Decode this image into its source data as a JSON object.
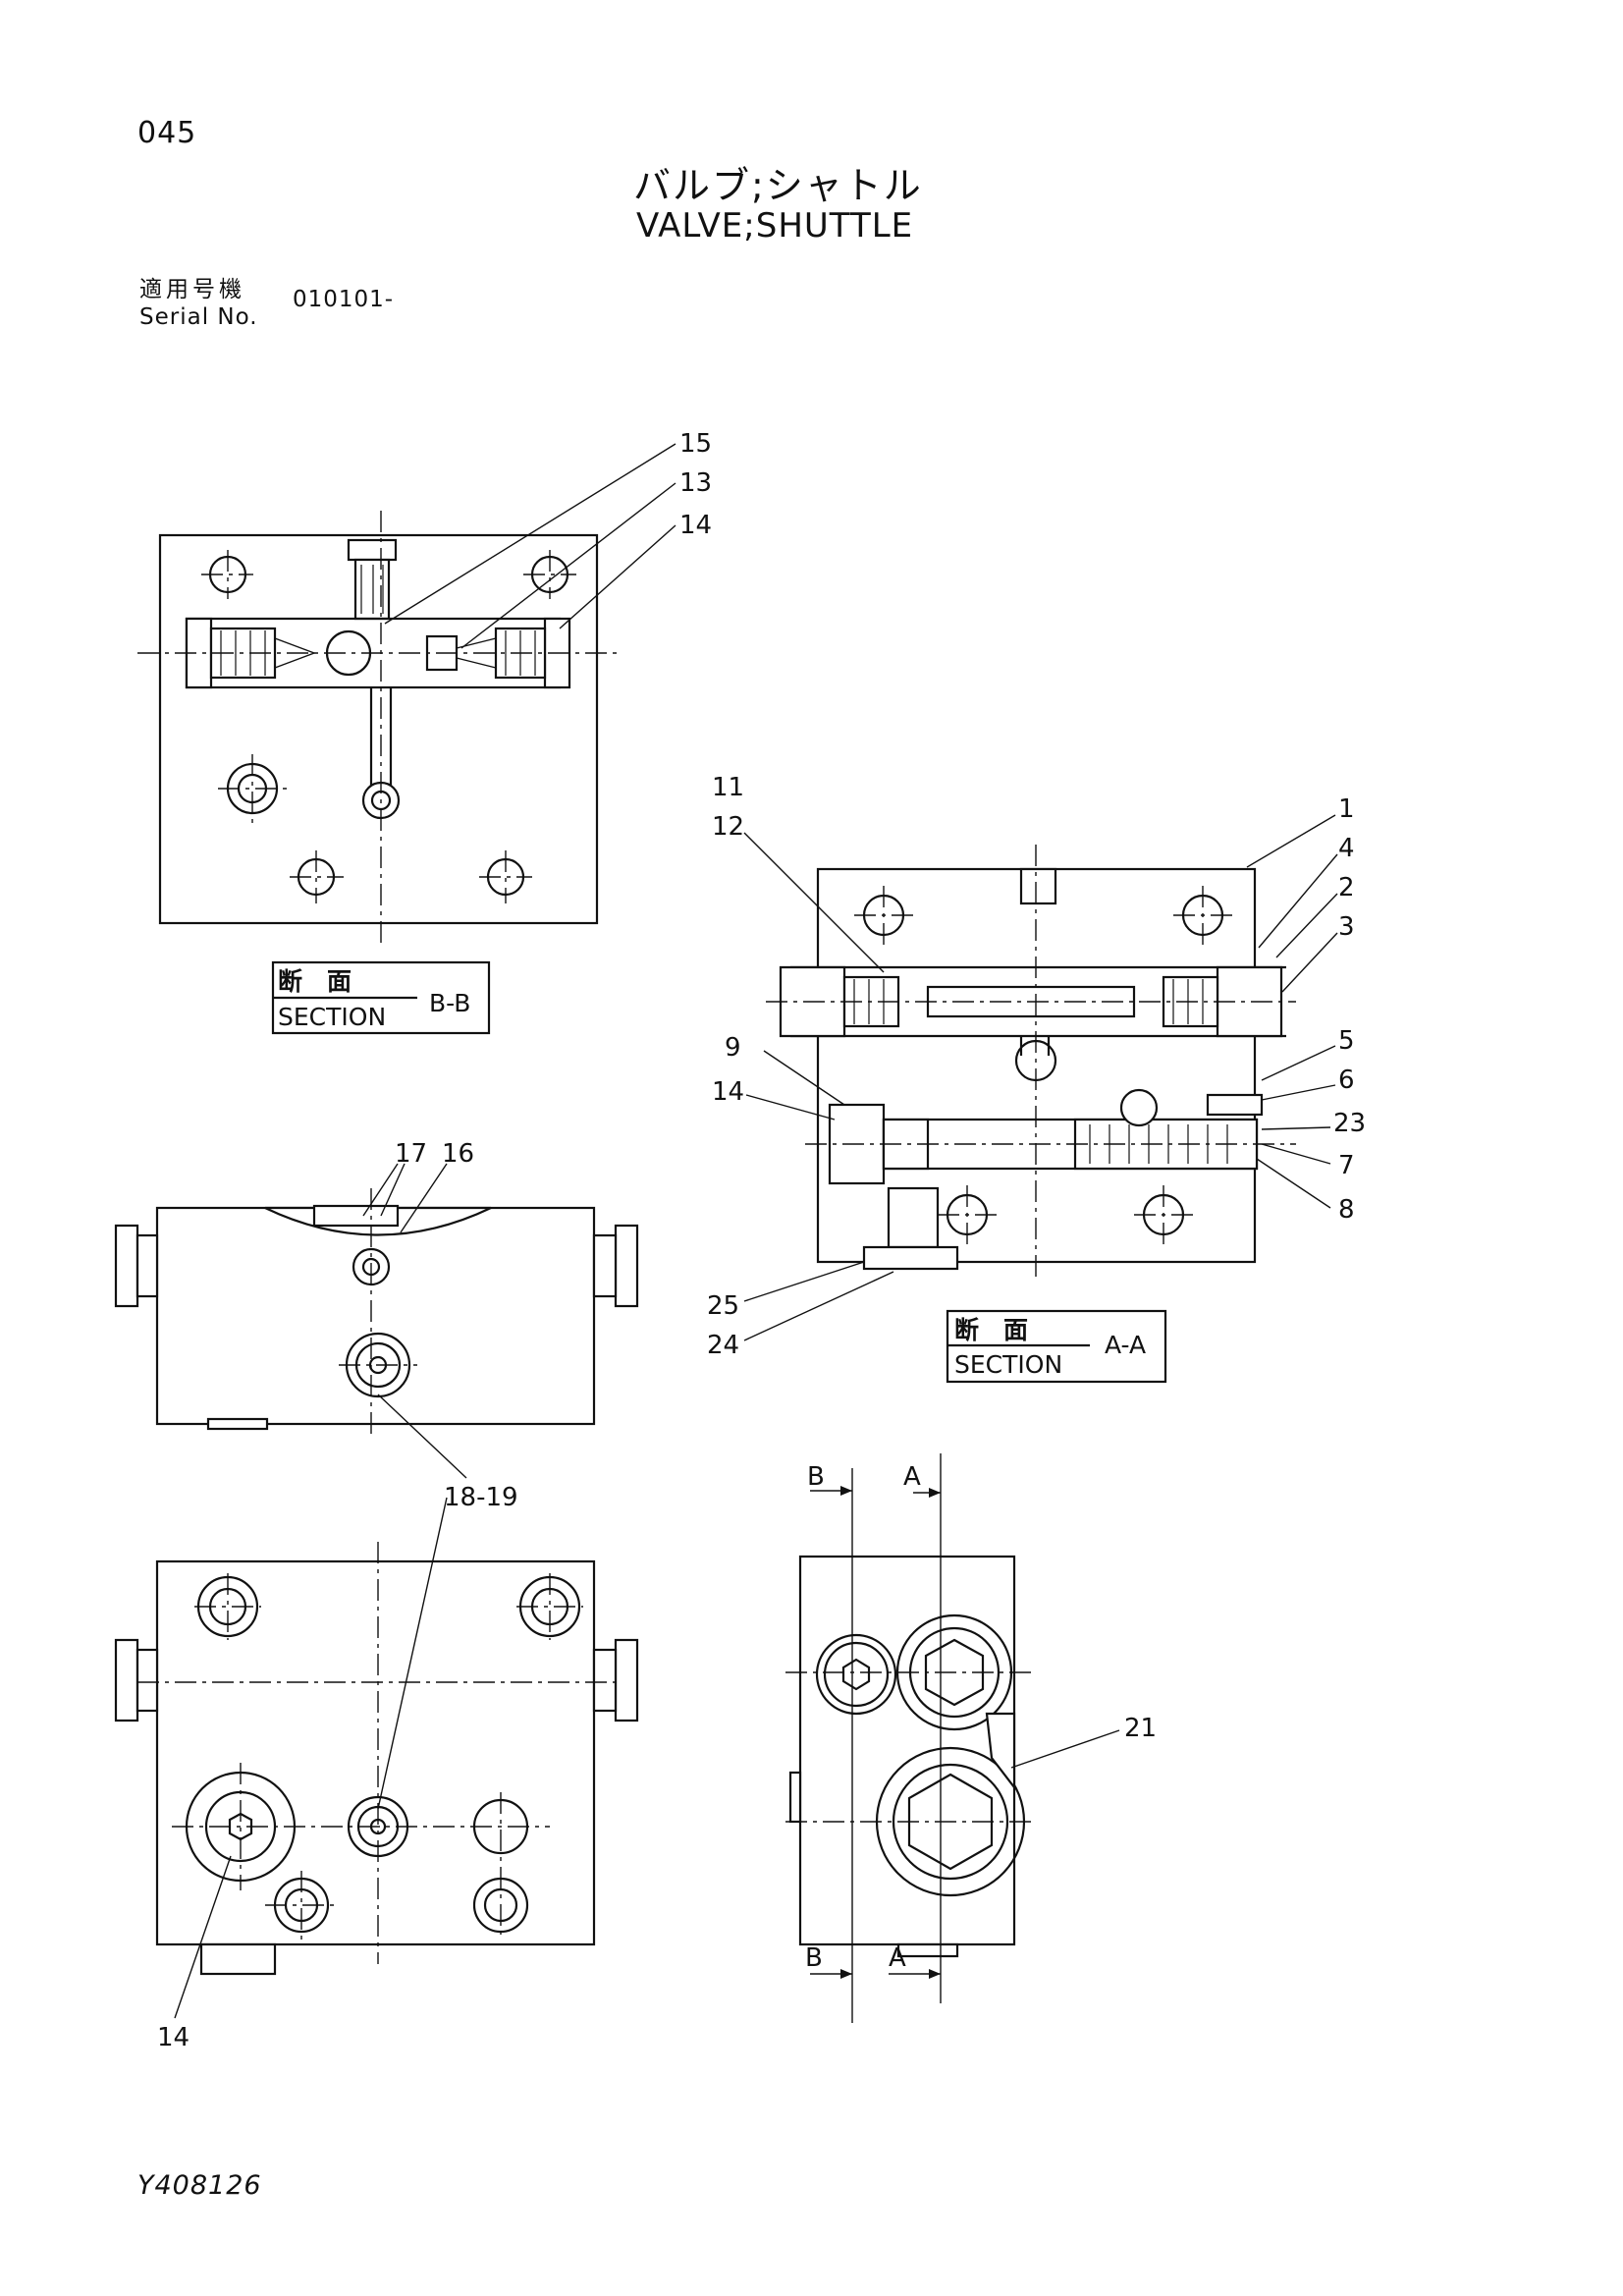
{
  "header": {
    "page_no": "045",
    "title_jp": "バルブ;シャトル",
    "title_en": "VALVE;SHUTTLE",
    "serial_label_jp": "適用号機",
    "serial_label_en": "Serial No.",
    "serial_value": "010101-"
  },
  "sections": {
    "bb": {
      "jp": "断　面",
      "en": "SECTION",
      "tag": "B-B"
    },
    "aa": {
      "jp": "断　面",
      "en": "SECTION",
      "tag": "A-A"
    }
  },
  "callouts": {
    "c15": "15",
    "c13": "13",
    "c14a": "14",
    "c11": "11",
    "c12": "12",
    "c1": "1",
    "c4": "4",
    "c2": "2",
    "c3": "3",
    "c9": "9",
    "c14b": "14",
    "c5": "5",
    "c6": "6",
    "c23": "23",
    "c7": "7",
    "c8": "8",
    "c25": "25",
    "c24": "24",
    "c17": "17",
    "c16": "16",
    "c1819": "18-19",
    "c14c": "14",
    "c21": "21"
  },
  "cut_marks": {
    "b_top": "B",
    "a_top": "A",
    "b_bottom": "B",
    "a_bottom": "A"
  },
  "footer": {
    "drawing_no": "Y408126"
  }
}
